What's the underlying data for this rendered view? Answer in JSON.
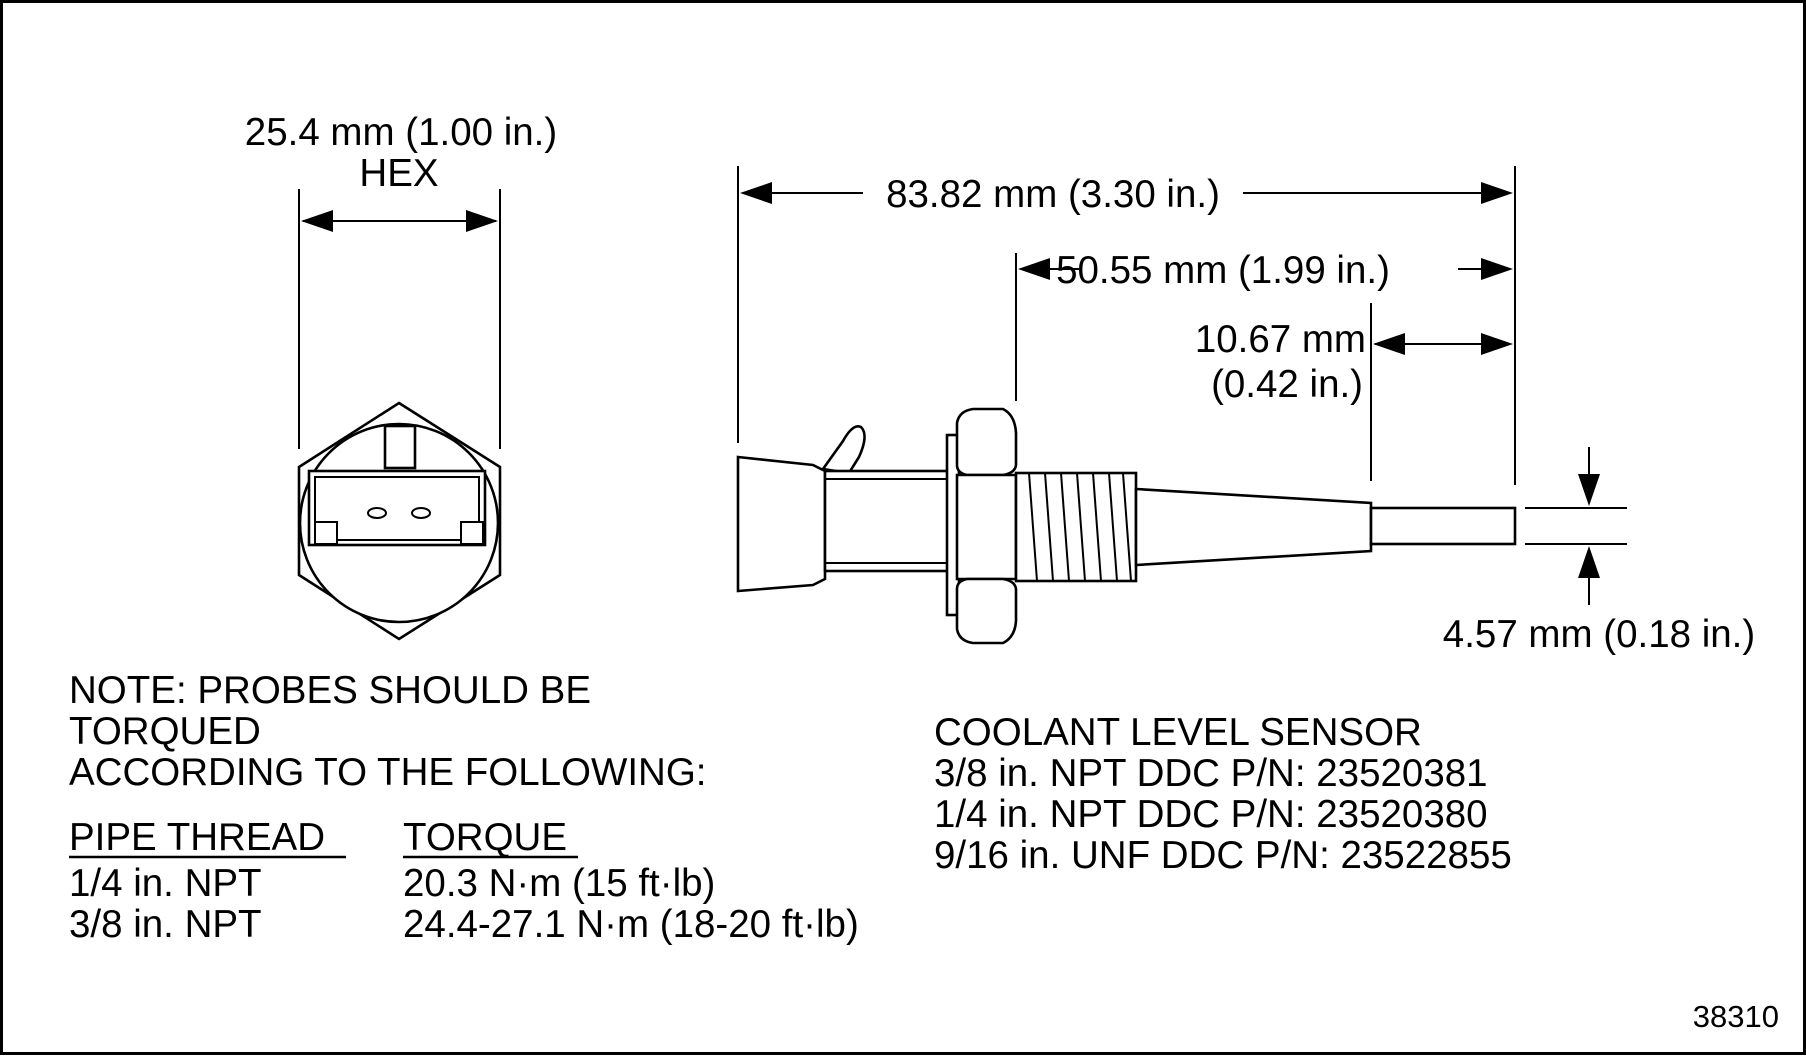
{
  "hex_dimension": {
    "label_line1": "25.4 mm (1.00 in.)",
    "label_line2": "HEX"
  },
  "dimensions": {
    "overall_length": "83.82 mm (3.30 in.)",
    "hex_to_tip": "50.55 mm (1.99 in.)",
    "probe_length_line1": "10.67 mm",
    "probe_length_line2": "(0.42 in.)",
    "probe_diameter": "4.57 mm (0.18 in.)"
  },
  "note": {
    "line1": "NOTE: PROBES SHOULD BE",
    "line2": "TORQUED",
    "line3": "ACCORDING TO THE FOLLOWING:"
  },
  "torque_table": {
    "headers": [
      "PIPE THREAD",
      "TORQUE"
    ],
    "rows": [
      [
        "1/4 in. NPT",
        "20.3 N·m (15 ft·lb)"
      ],
      [
        "3/8 in. NPT",
        "24.4-27.1 N·m (18-20 ft·lb)"
      ]
    ]
  },
  "sensor_info": {
    "title": "COOLANT LEVEL SENSOR",
    "part_numbers": [
      "3/8 in. NPT DDC P/N: 23520381",
      "1/4 in. NPT DDC P/N: 23520380",
      "9/16 in. UNF DDC P/N: 23522855"
    ]
  },
  "figure_number": "38310"
}
